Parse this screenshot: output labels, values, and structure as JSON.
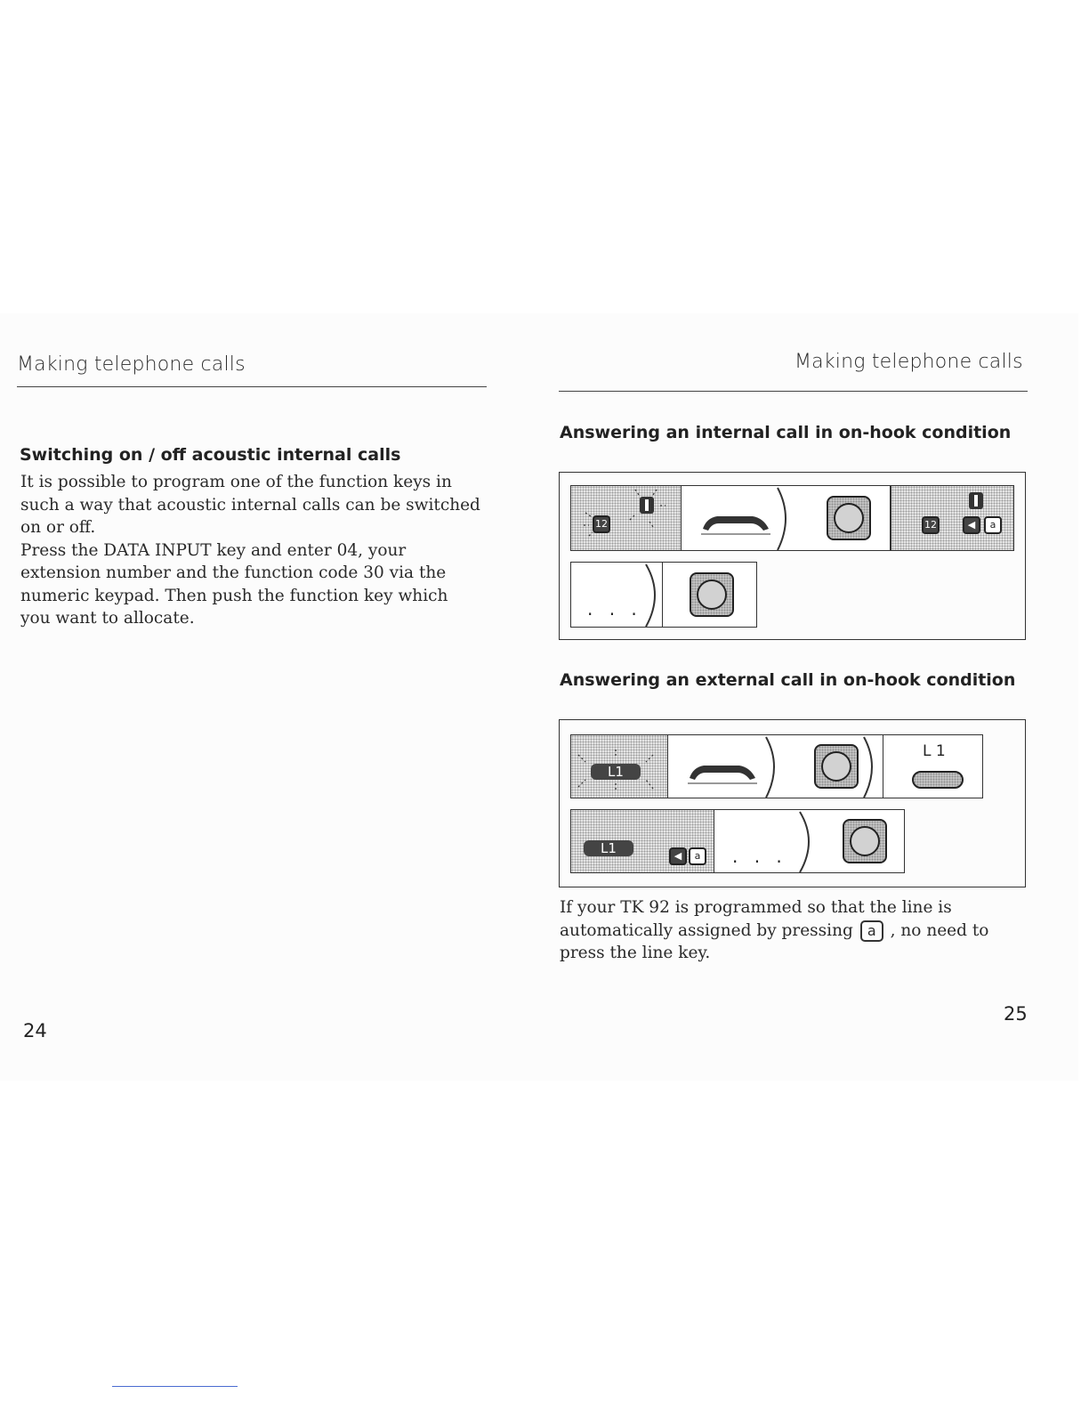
{
  "left_page": {
    "header": "Making telephone calls",
    "section_title": "Switching on / off acoustic internal calls",
    "paragraph_lines": [
      "It is possible to program one of the function keys in",
      "such a way that acoustic internal calls can be switched",
      "on or off.",
      "Press the DATA INPUT key and enter 04, your",
      "extension number and the function code 30 via the",
      "numeric keypad. Then push the function key which",
      "you want to allocate."
    ],
    "page_number": "24"
  },
  "right_page": {
    "header": "Making telephone calls",
    "section1_title": "Answering an internal call in on-hook condition",
    "section2_title": "Answering an external call in on-hook condition",
    "diagram_internal": {
      "display_number": "12",
      "key_letter": "a",
      "dots": ". . ."
    },
    "diagram_external": {
      "line_key_label": "L 1",
      "line_badge": "L1",
      "key_letter": "a",
      "dots": ". . ."
    },
    "note_line1": "If your TK 92 is programmed so that the line is",
    "note_line2_before": "automatically assigned by pressing",
    "note_key": "a",
    "note_line2_after": ", no need to",
    "note_line3": "press the line key.",
    "page_number": "25"
  },
  "icons": [
    "handset-icon",
    "speaker-key-icon",
    "a-key-icon",
    "blinking-led-icon",
    "line-key-icon"
  ]
}
